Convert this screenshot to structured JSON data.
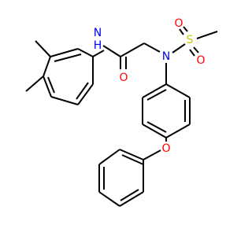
{
  "molecule": {
    "colors": {
      "bond": "#000000",
      "N": "#0000ff",
      "O": "#ff0000",
      "S": "#cccc00",
      "background": "#ffffff"
    },
    "atoms": [
      {
        "id": "amide-N",
        "text": "N",
        "element": "N"
      },
      {
        "id": "amide-H",
        "text": "H",
        "element": "N"
      },
      {
        "id": "carbonyl-O",
        "text": "O",
        "element": "O"
      },
      {
        "id": "sulfonamide-N",
        "text": "N",
        "element": "N"
      },
      {
        "id": "sulfur",
        "text": "S",
        "element": "S"
      },
      {
        "id": "sulfonyl-O-upper",
        "text": "O",
        "element": "O"
      },
      {
        "id": "sulfonyl-O-lower",
        "text": "O",
        "element": "O"
      },
      {
        "id": "ether-O",
        "text": "O",
        "element": "O"
      }
    ]
  }
}
